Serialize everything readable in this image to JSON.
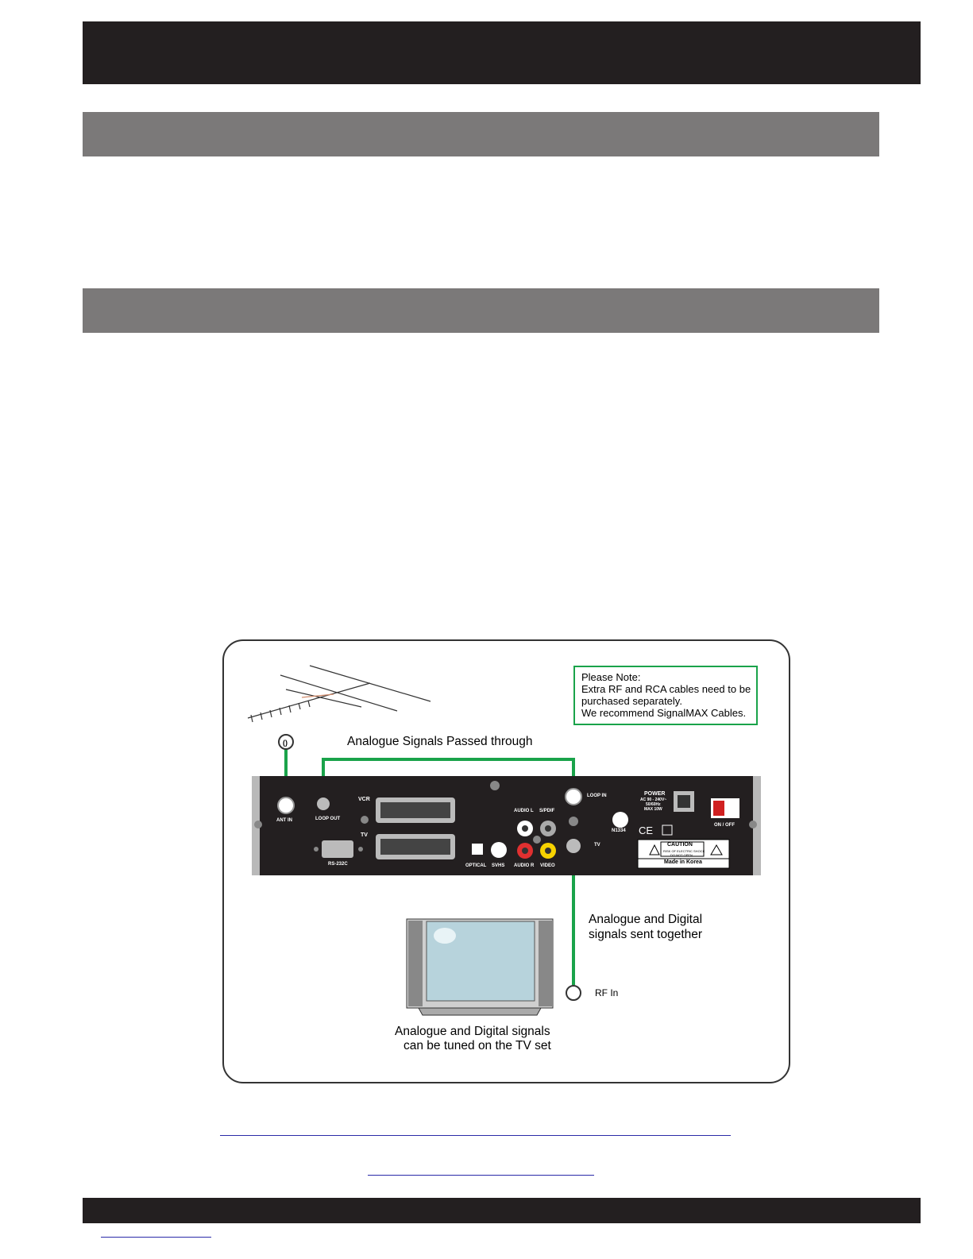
{
  "diagram": {
    "note": {
      "line1": "Please Note:",
      "line2": "Extra RF and RCA cables need to be",
      "line3": "purchased separately.",
      "line4": "We recommend SignalMAX Cables."
    },
    "labels": {
      "passed_through": "Analogue Signals Passed through",
      "sent_together_1": "Analogue and Digital",
      "sent_together_2": "signals sent together",
      "rf_in": "RF In",
      "tuned_1": "Analogue and Digital signals",
      "tuned_2": "can be tuned on the TV set"
    },
    "panel": {
      "ant_in": "ANT IN",
      "loop_out": "LOOP OUT",
      "vcr": "VCR",
      "tv_scart": "TV",
      "rs232": "RS-232C",
      "optical": "OPTICAL",
      "svhs": "SVHS",
      "audio_l": "AUDIO L",
      "spdif": "S/PDIF",
      "audio_r": "AUDIO R",
      "video": "VIDEO",
      "loop_in": "LOOP IN",
      "tv_out": "TV",
      "n_code": "N1334",
      "power": "POWER",
      "power_spec_1": "AC 90 - 240V~",
      "power_spec_2": "50/60Hz",
      "power_spec_3": "MAX 10W",
      "on_off": "ON / OFF",
      "caution": "CAUTION",
      "caution_sub_1": "RISK OF ELECTRIC SHOCK",
      "caution_sub_2": "DO NOT OPEN",
      "made_in": "Made in Korea",
      "ce": "CE"
    },
    "colors": {
      "cable": "#1aa34a",
      "panel": "#231f20",
      "bars": "#7b7979"
    }
  }
}
